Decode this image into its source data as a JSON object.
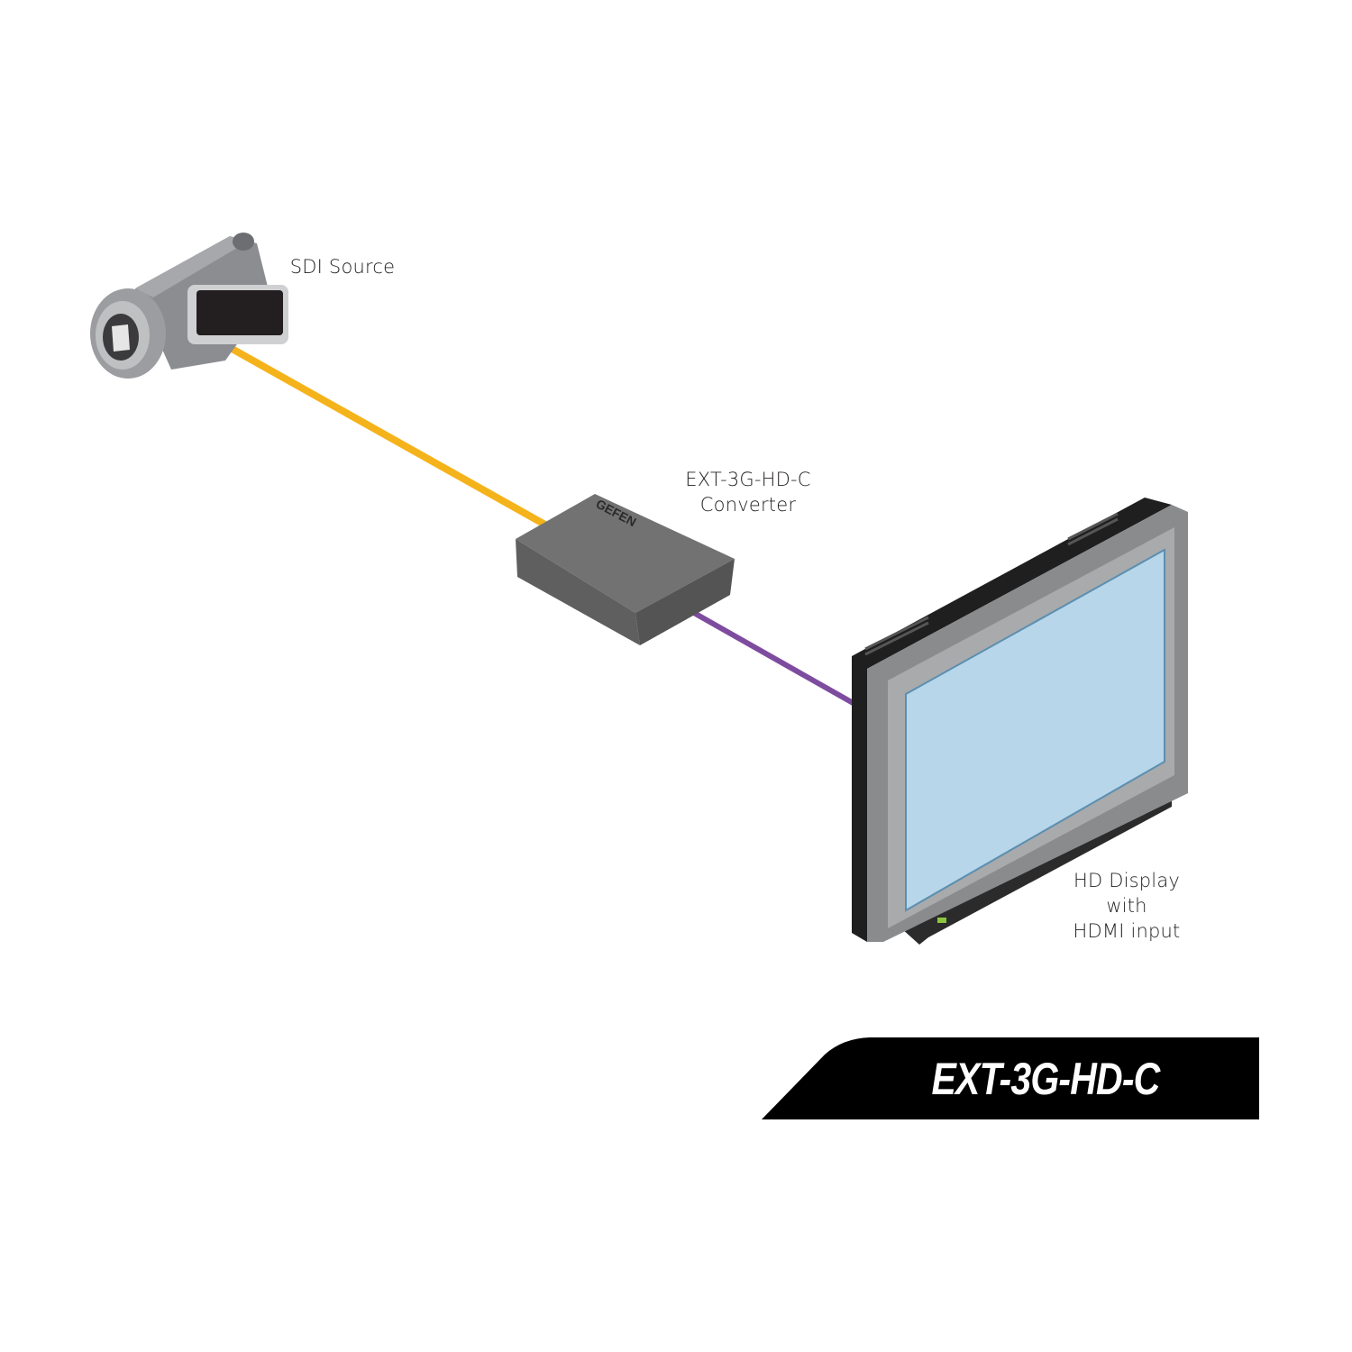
{
  "labels": {
    "source": "SDI Source",
    "converter_line1": "EXT-3G-HD-C",
    "converter_line2": "Converter",
    "display_line1": "HD Display",
    "display_line2": "with",
    "display_line3": "HDMI input"
  },
  "converter_brand": "GEFEN",
  "banner": {
    "title": "EXT-3G-HD-C"
  },
  "colors": {
    "sdi_cable": "#f5b31b",
    "hdmi_cable": "#7e4c9f",
    "screen": "#b7d6ea",
    "banner": "#000000"
  }
}
